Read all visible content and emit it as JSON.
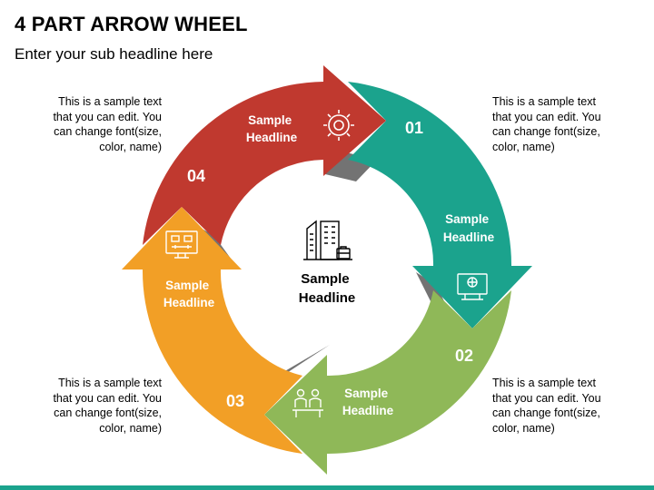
{
  "header": {
    "title": "4 PART ARROW WHEEL",
    "subtitle": "Enter your sub headline here"
  },
  "center": {
    "line1": "Sample",
    "line2": "Headline",
    "icon": "office-building-icon"
  },
  "segments": [
    {
      "number": "01",
      "line1": "Sample",
      "line2": "Headline",
      "color": "#1ba38d",
      "icon": "gear-icon"
    },
    {
      "number": "02",
      "line1": "Sample",
      "line2": "Headline",
      "color": "#8fb858",
      "icon": "computer-monitor-icon"
    },
    {
      "number": "03",
      "line1": "Sample",
      "line2": "Headline",
      "color": "#f29f26",
      "icon": "meeting-people-icon"
    },
    {
      "number": "04",
      "line1": "Sample",
      "line2": "Headline",
      "color": "#c0392f",
      "icon": "dashboard-screen-icon"
    }
  ],
  "notes": {
    "top_left": [
      "This is a sample text",
      "that you can edit. You",
      "can change font(size,",
      "color, name)"
    ],
    "top_right": [
      "This is a sample text",
      "that you can edit. You",
      "can change font(size,",
      "color, name)"
    ],
    "bottom_left": [
      "This is a sample text",
      "that you can edit. You",
      "can change font(size,",
      "color, name)"
    ],
    "bottom_right": [
      "This is a sample text",
      "that you can edit. You",
      "can change font(size,",
      "color, name)"
    ]
  },
  "colors": {
    "teal": "#1ba38d",
    "green": "#8fb858",
    "orange": "#f29f26",
    "red": "#c0392f",
    "shadow": "#5a5a5a",
    "bottom_bar": "#1ba38d"
  }
}
